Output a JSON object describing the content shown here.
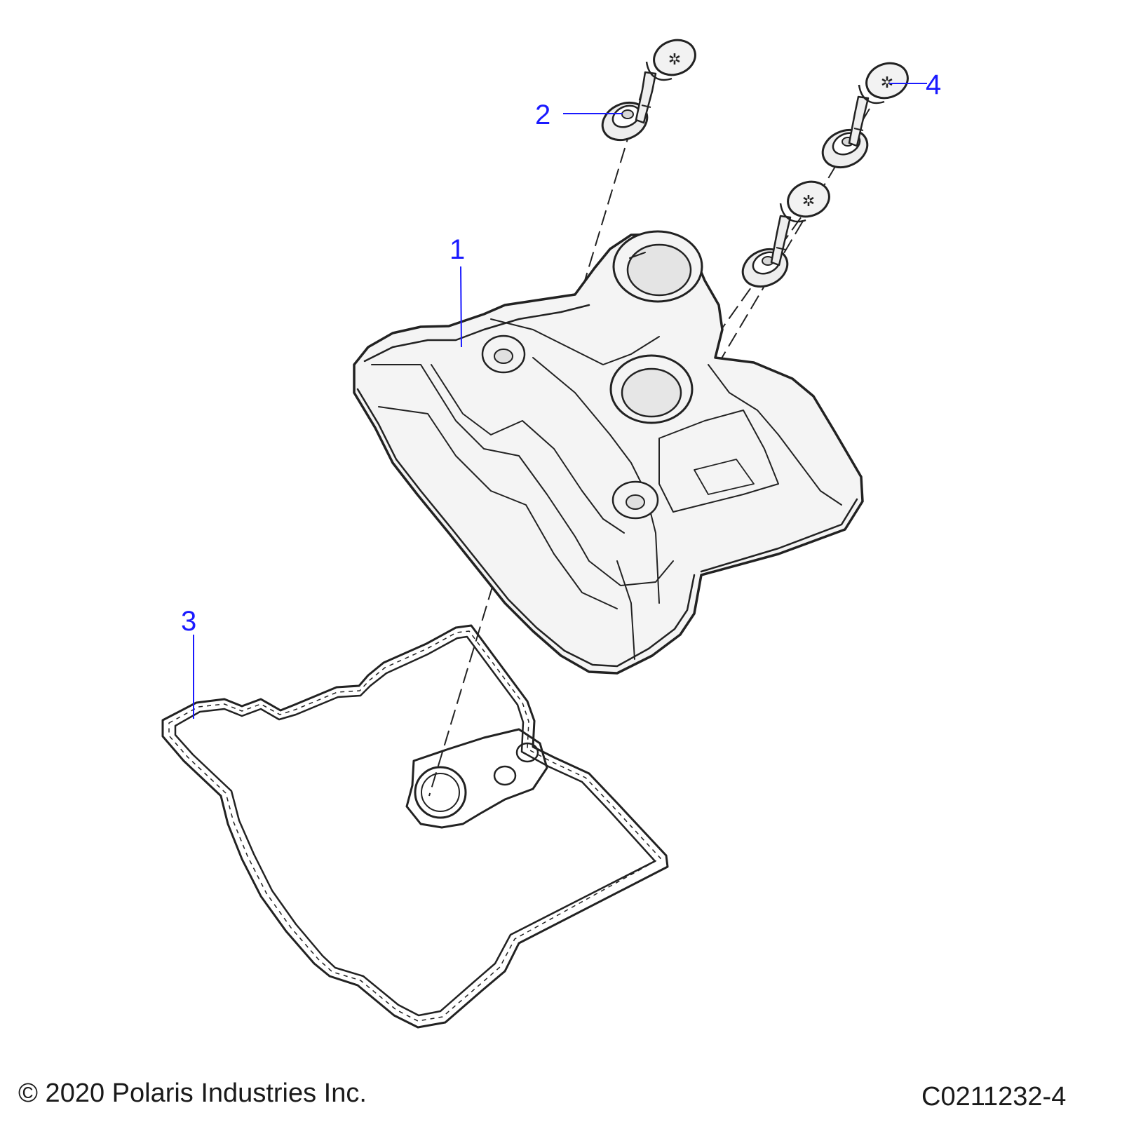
{
  "callouts": {
    "part_1": "1",
    "part_2": "2",
    "part_3": "3",
    "part_4": "4"
  },
  "footer": {
    "copyright": "© 2020 Polaris Industries Inc.",
    "drawing_code": "C0211232-4"
  },
  "colors": {
    "callout": "#1a1aff",
    "line_art": "#1a1a1a",
    "part_fill": "#f4f4f4",
    "background": "#ffffff"
  }
}
